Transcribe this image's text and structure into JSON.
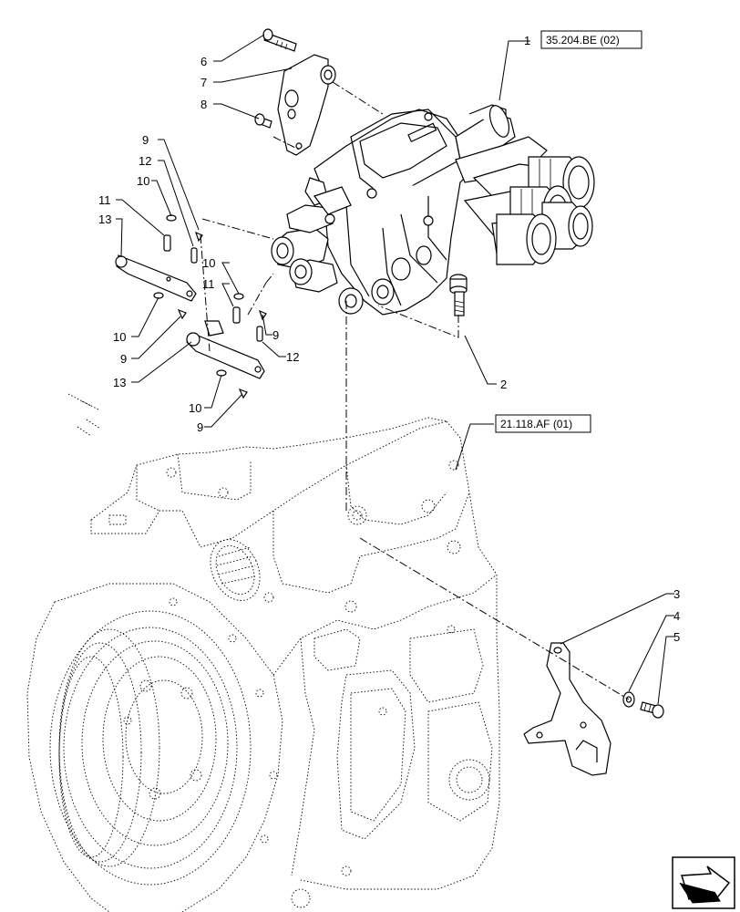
{
  "reference_boxes": [
    {
      "id": "ref-valve",
      "text": "35.204.BE (02)"
    },
    {
      "id": "ref-housing",
      "text": "21.118.AF (01)"
    }
  ],
  "callouts": [
    {
      "id": "c1",
      "text": "1"
    },
    {
      "id": "c2",
      "text": "2"
    },
    {
      "id": "c3",
      "text": "3"
    },
    {
      "id": "c4",
      "text": "4"
    },
    {
      "id": "c5",
      "text": "5"
    },
    {
      "id": "c6",
      "text": "6"
    },
    {
      "id": "c7",
      "text": "7"
    },
    {
      "id": "c8",
      "text": "8"
    },
    {
      "id": "c9a",
      "text": "9"
    },
    {
      "id": "c12a",
      "text": "12"
    },
    {
      "id": "c10a",
      "text": "10"
    },
    {
      "id": "c11a",
      "text": "11"
    },
    {
      "id": "c13a",
      "text": "13"
    },
    {
      "id": "c10b",
      "text": "10"
    },
    {
      "id": "c11b",
      "text": "11"
    },
    {
      "id": "c9b",
      "text": "9"
    },
    {
      "id": "c12b",
      "text": "12"
    },
    {
      "id": "c10c",
      "text": "10"
    },
    {
      "id": "c9c",
      "text": "9"
    },
    {
      "id": "c13b",
      "text": "13"
    },
    {
      "id": "c10d",
      "text": "10"
    },
    {
      "id": "c9d",
      "text": "9"
    }
  ],
  "nav_icon": "next-page-arrow-icon"
}
